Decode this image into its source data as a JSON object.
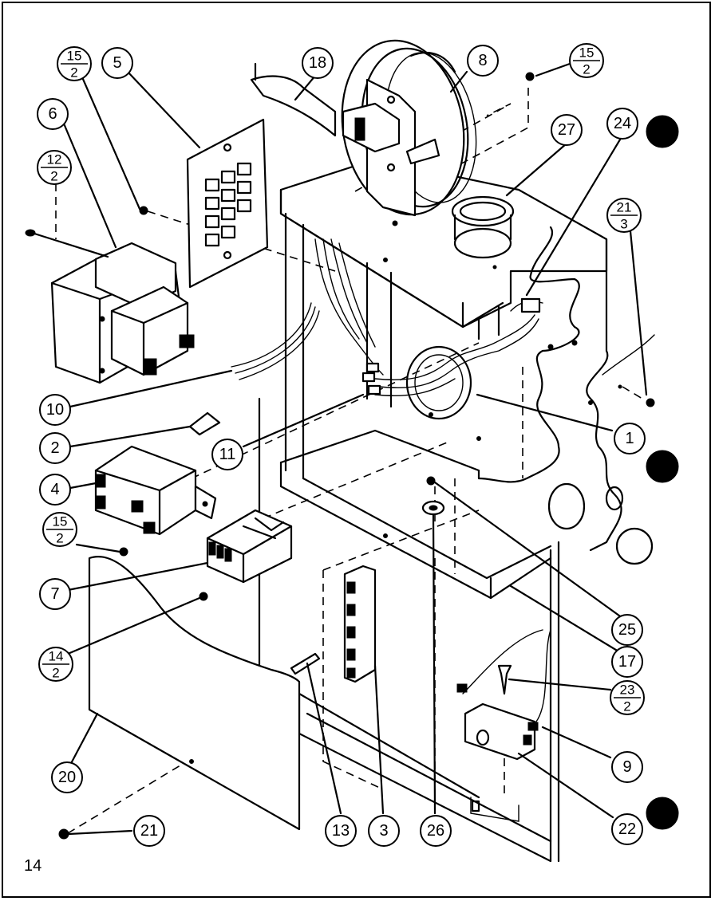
{
  "diagram": {
    "page_number": "14",
    "callouts": [
      {
        "id": "c1",
        "label": "1"
      },
      {
        "id": "c2",
        "label": "2"
      },
      {
        "id": "c3",
        "label": "3"
      },
      {
        "id": "c4",
        "label": "4"
      },
      {
        "id": "c5",
        "label": "5"
      },
      {
        "id": "c6",
        "label": "6"
      },
      {
        "id": "c7",
        "label": "7"
      },
      {
        "id": "c8",
        "label": "8"
      },
      {
        "id": "c9",
        "label": "9"
      },
      {
        "id": "c10",
        "label": "10"
      },
      {
        "id": "c11",
        "label": "11"
      },
      {
        "id": "c13",
        "label": "13"
      },
      {
        "id": "c17",
        "label": "17"
      },
      {
        "id": "c18",
        "label": "18"
      },
      {
        "id": "c20",
        "label": "20"
      },
      {
        "id": "c21",
        "label": "21"
      },
      {
        "id": "c22",
        "label": "22"
      },
      {
        "id": "c24",
        "label": "24"
      },
      {
        "id": "c25",
        "label": "25"
      },
      {
        "id": "c26",
        "label": "26"
      },
      {
        "id": "c27",
        "label": "27"
      }
    ],
    "fraction_callouts": [
      {
        "id": "f15a",
        "top": "15",
        "bottom": "2"
      },
      {
        "id": "f15b",
        "top": "15",
        "bottom": "2"
      },
      {
        "id": "f15c",
        "top": "15",
        "bottom": "2"
      },
      {
        "id": "f12",
        "top": "12",
        "bottom": "2"
      },
      {
        "id": "f21",
        "top": "21",
        "bottom": "3"
      },
      {
        "id": "f14",
        "top": "14",
        "bottom": "2"
      },
      {
        "id": "f23",
        "top": "23",
        "bottom": "2"
      }
    ]
  }
}
